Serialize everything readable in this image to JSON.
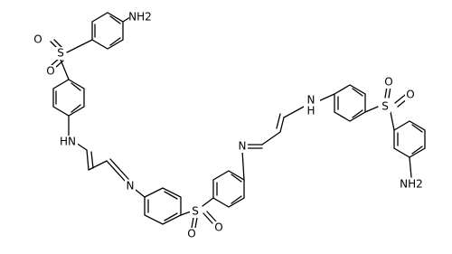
{
  "structure": {
    "labels": {
      "nh2_top": "NH2",
      "nh2_right": "NH2",
      "s_top": "S",
      "o_top_1": "O",
      "o_top_2": "O",
      "nh_left": "HN",
      "n_left": "N",
      "s_mid": "S",
      "o_mid_1": "O",
      "o_mid_2": "O",
      "n_right": "N",
      "nh_right": "N",
      "nh_right_h": "H",
      "s_right": "S",
      "o_right_1": "O",
      "o_right_2": "O"
    },
    "colors": {
      "bond": "#000000",
      "text": "#000000",
      "background": "#ffffff"
    }
  }
}
